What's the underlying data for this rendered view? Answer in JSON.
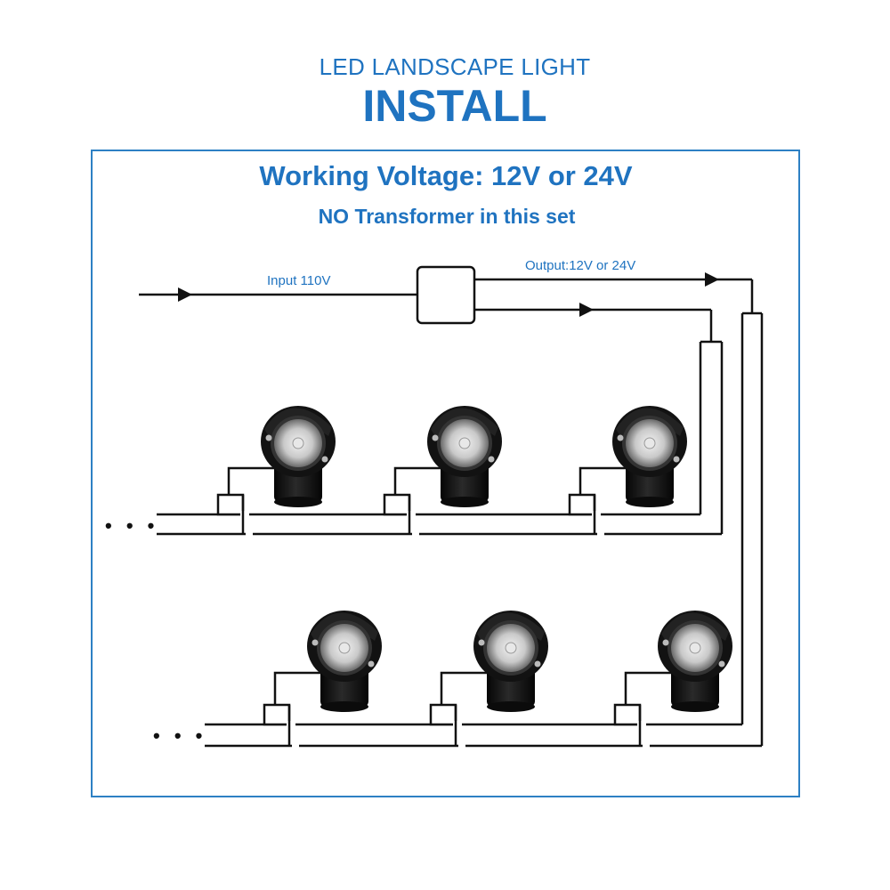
{
  "header": {
    "subtitle": "LED LANDSCAPE LIGHT",
    "title": "INSTALL"
  },
  "panel": {
    "heading": "Working Voltage: 12V or 24V",
    "subheading": "NO Transformer in this set"
  },
  "wiring": {
    "input_label": "Input 110V",
    "output_label": "Output:12V or 24V"
  },
  "rows": [
    {
      "continuation": "• • •",
      "lights": 3
    },
    {
      "continuation": "• • •",
      "lights": 3
    }
  ],
  "colors": {
    "accent": "#1f73c0",
    "frame": "#2d80c4",
    "wire": "#111111",
    "fixture": "#141414"
  }
}
